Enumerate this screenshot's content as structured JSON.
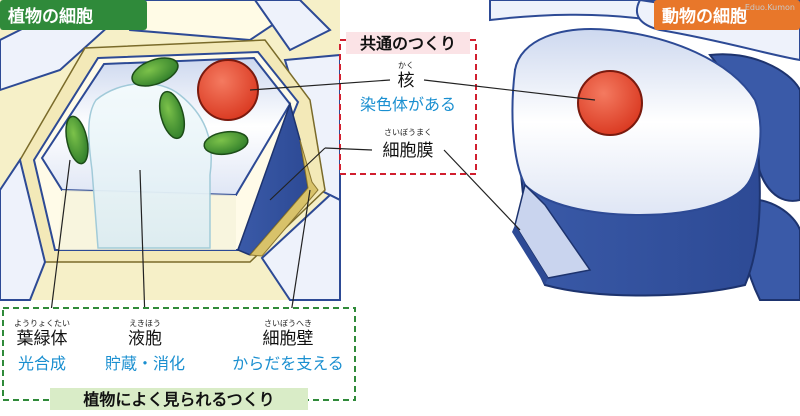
{
  "plant": {
    "title": "植物の細胞",
    "title_color": "#2f8a3a"
  },
  "animal": {
    "title": "動物の細胞",
    "title_color": "#e8772a"
  },
  "common": {
    "title": "共通のつくり",
    "nucleus_ruby": "かく",
    "nucleus": "核",
    "nucleus_desc": "染色体がある",
    "membrane_ruby": "さいぼうまく",
    "membrane": "細胞膜",
    "border_color": "#d11f2f"
  },
  "plant_only": {
    "title": "植物によく見られるつくり",
    "border_color": "#2f8a3a",
    "items": [
      {
        "ruby": "ようりょくたい",
        "name": "葉緑体",
        "desc": "光合成"
      },
      {
        "ruby": "えきほう",
        "name": "液胞",
        "desc": "貯蔵・消化"
      },
      {
        "ruby": "さいぼうへき",
        "name": "細胞壁",
        "desc": "からだを支える"
      }
    ]
  },
  "watermark": "Eduo.Kumon"
}
